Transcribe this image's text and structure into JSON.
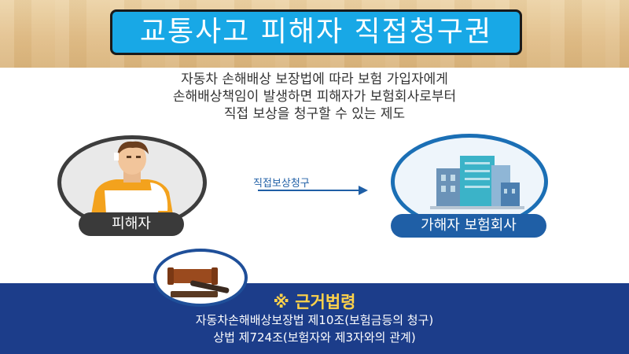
{
  "title": "교통사고 피해자 직접청구권",
  "intro": {
    "lines": [
      "자동차 손해배상 보장법에 따라 보험 가입자에게",
      "손해배상책임이 발생하면 피해자가 보험회사로부터",
      "직접 보상을 청구할 수 있는 제도"
    ]
  },
  "victim": {
    "label": "피해자",
    "icon": "injured-person-icon"
  },
  "arrow": {
    "label": "직접보상청구"
  },
  "company": {
    "label": "가해자 보험회사",
    "icon": "office-buildings-icon"
  },
  "legal": {
    "icon": "gavel-icon",
    "heading": "※ 근거법령",
    "lines": [
      "자동차손해배상보장법 제10조(보험금등의 청구)",
      "상법 제724조(보험자와 제3자와의 관계)"
    ]
  },
  "colors": {
    "title_bg": "#18a8e6",
    "band": "#1c3d8a",
    "heading": "#ffd24a",
    "company": "#1f5fa6",
    "victim": "#3a3a3a"
  }
}
